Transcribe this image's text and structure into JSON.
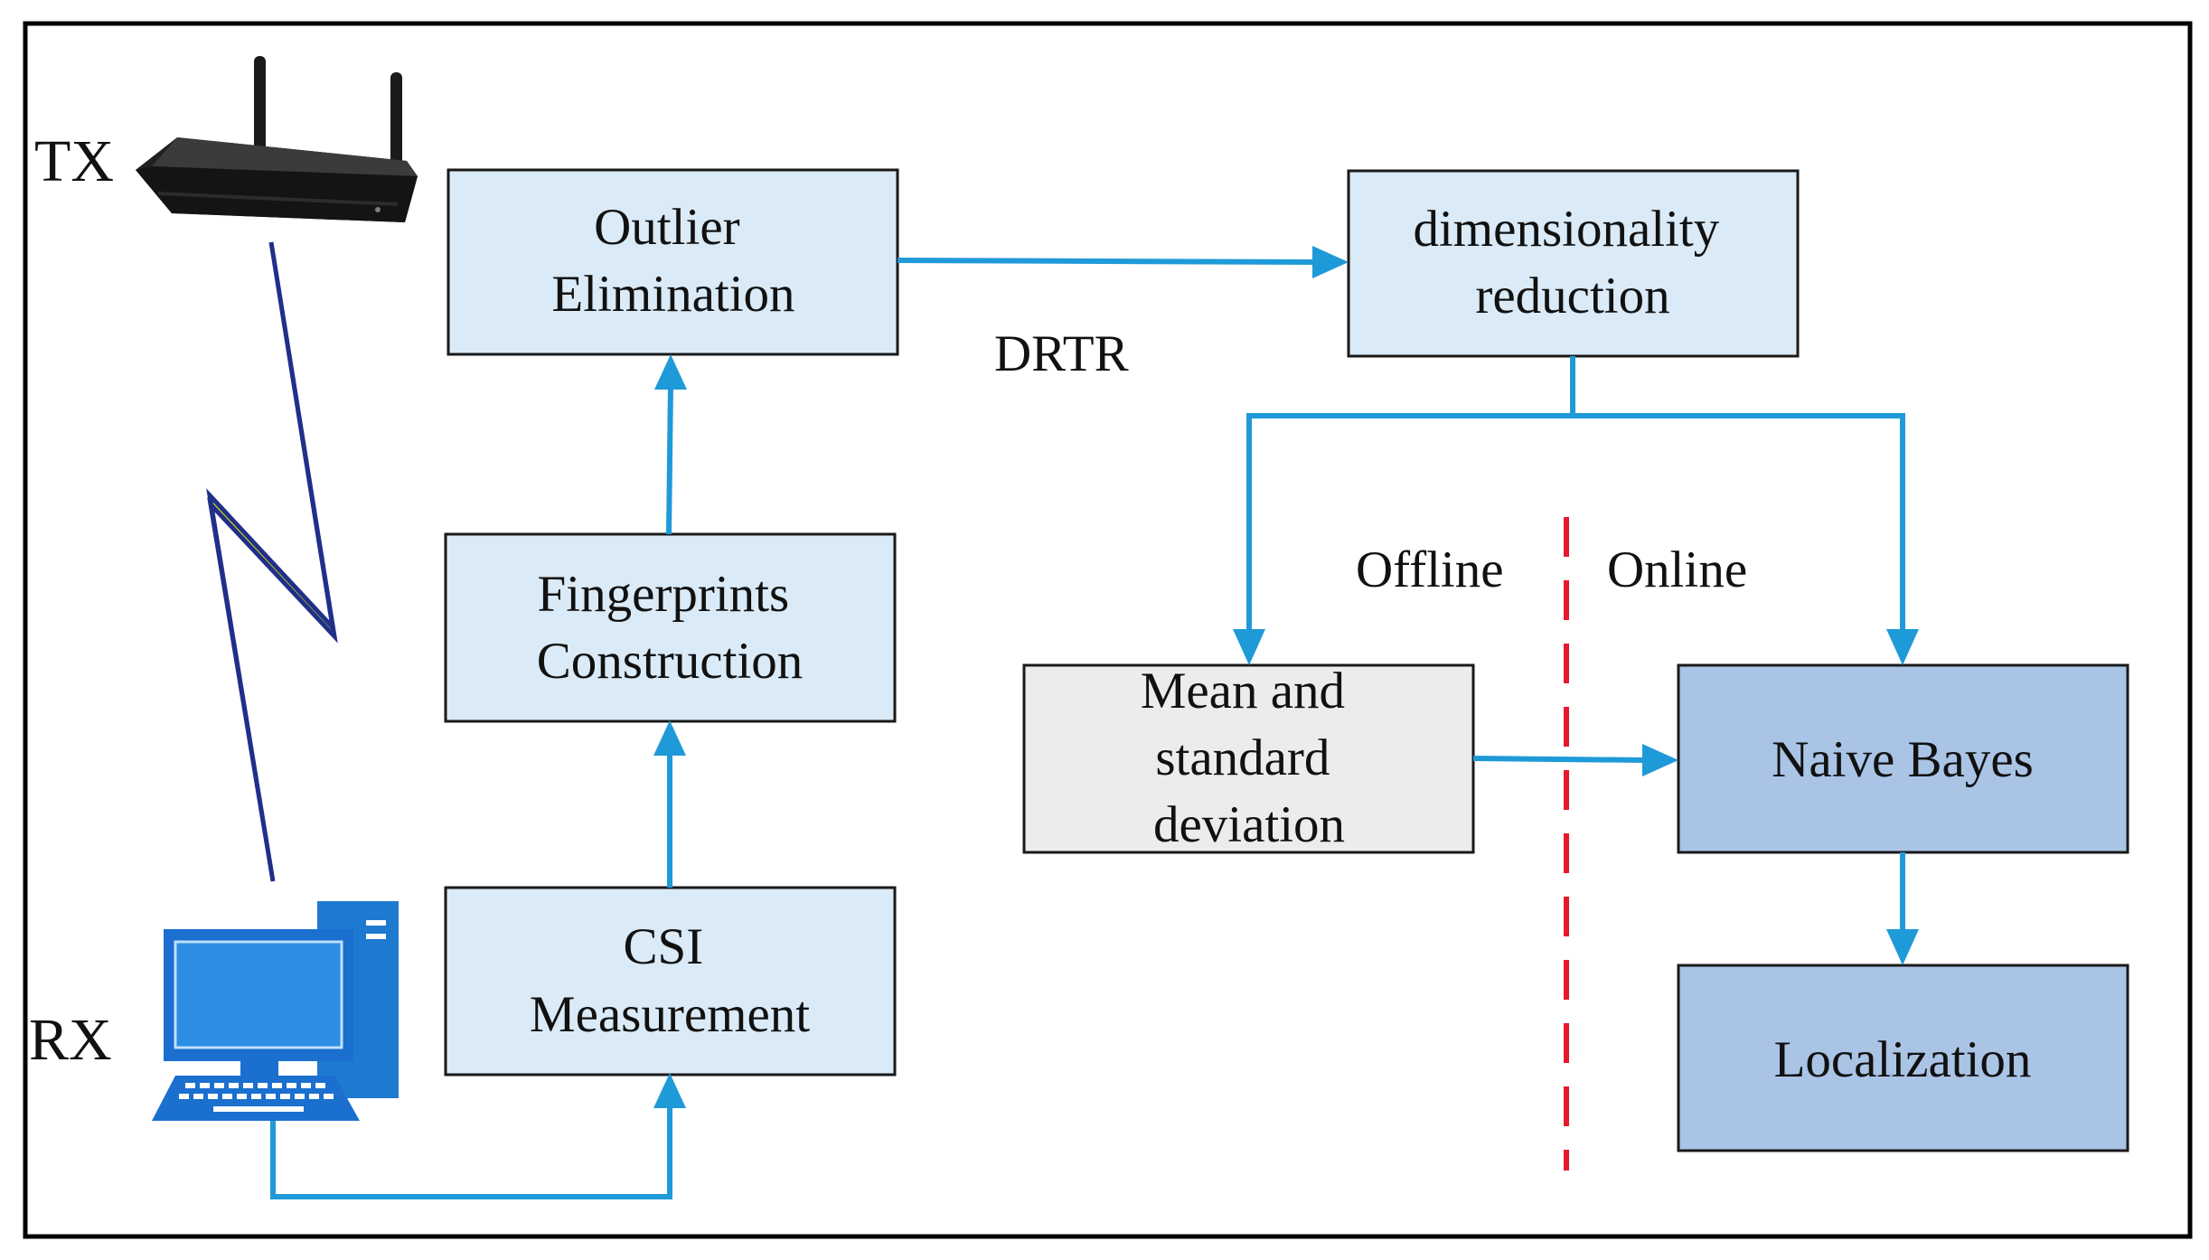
{
  "labels": {
    "tx": "TX",
    "rx": "RX",
    "drtr": "DRTR",
    "offline": "Offline",
    "online": "Online"
  },
  "nodes": {
    "outlier": {
      "line1": "Outlier",
      "line2": "Elimination"
    },
    "fingerprints": {
      "line1": "Fingerprints",
      "line2": "Construction"
    },
    "csi": {
      "line1": "CSI",
      "line2": "Measurement"
    },
    "dimred": {
      "line1": "dimensionality",
      "line2": "reduction"
    },
    "meanstd": {
      "line1": "Mean and",
      "line2": "standard",
      "line3": "deviation"
    },
    "bayes": {
      "line1": "Naive Bayes"
    },
    "localization": {
      "line1": "Localization"
    }
  },
  "icons": {
    "transmitter": "wifi-router-icon",
    "link": "lightning-bolt-icon",
    "receiver": "desktop-computer-icon"
  },
  "colors": {
    "arrow": "#1f9ad8",
    "box_light": "#daeaf6",
    "box_gray": "#ececec",
    "box_dark": "#aac4e6",
    "divider": "#e8192c",
    "bolt": "#f5f500"
  }
}
